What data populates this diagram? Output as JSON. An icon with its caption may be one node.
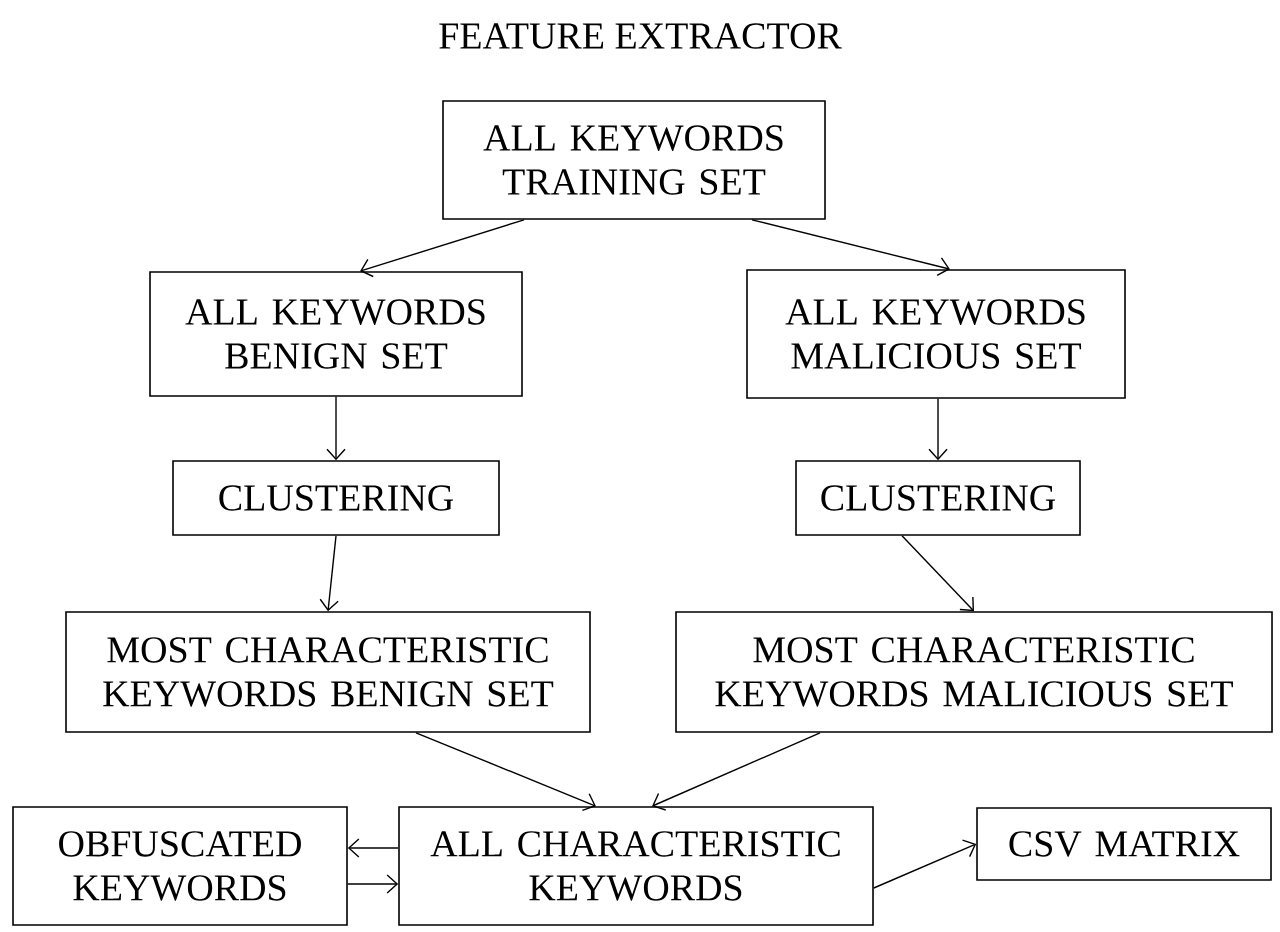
{
  "diagram": {
    "title": "FEATURE EXTRACTOR",
    "nodes": [
      {
        "text": [
          "ALL KEYWORDS TRAINING SET"
        ]
      },
      {
        "text": [
          "ALL KEYWORDS BENIGN SET"
        ]
      },
      {
        "text": [
          "ALL KEYWORDS MALICIOUS SET"
        ]
      },
      {
        "text": [
          "CLUSTERING"
        ]
      },
      {
        "text": [
          "CLUSTERING"
        ]
      },
      {
        "text": [
          "MOST CHARACTERISTIC KEYWORDS BENIGN SET"
        ]
      },
      {
        "text": [
          "MOST CHARACTERISTIC KEYWORDS MALICIOUS SET"
        ]
      },
      {
        "text": [
          "OBFUSCATED KEYWORDS"
        ]
      },
      {
        "text": [
          "ALL CHARACTERISTIC KEYWORDS"
        ]
      },
      {
        "text": [
          "CSV MATRIX"
        ]
      }
    ],
    "edges": [
      {
        "from": 0,
        "to": 1,
        "arrow": "to"
      },
      {
        "from": 0,
        "to": 2,
        "arrow": "to"
      },
      {
        "from": 1,
        "to": 3,
        "arrow": "to"
      },
      {
        "from": 2,
        "to": 4,
        "arrow": "to"
      },
      {
        "from": 3,
        "to": 5,
        "arrow": "to"
      },
      {
        "from": 4,
        "to": 6,
        "arrow": "to"
      },
      {
        "from": 5,
        "to": 8,
        "arrow": "to"
      },
      {
        "from": 6,
        "to": 8,
        "arrow": "to"
      },
      {
        "from": 7,
        "to": 8,
        "arrow": "to"
      },
      {
        "from": 8,
        "to": 7,
        "arrow": "to"
      },
      {
        "from": 8,
        "to": 9,
        "arrow": "to"
      }
    ]
  }
}
